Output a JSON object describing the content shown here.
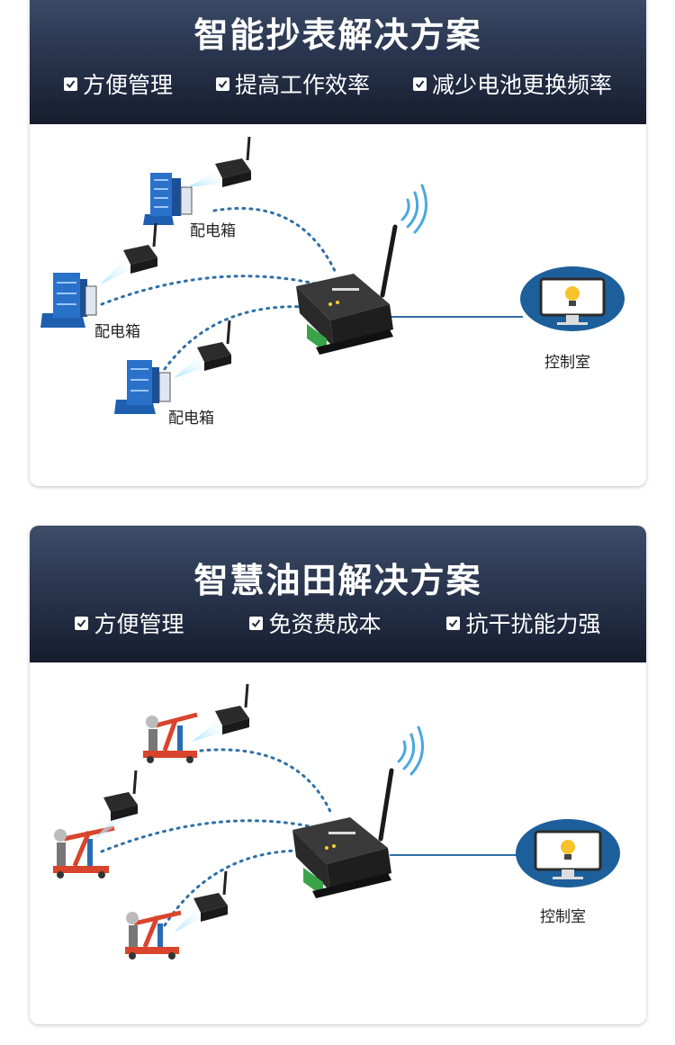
{
  "panels": [
    {
      "title": "智能抄表解决方案",
      "features": [
        "方便管理",
        "提高工作效率",
        "减少电池更换频率"
      ],
      "site_labels": [
        "配电箱",
        "配电箱",
        "配电箱"
      ],
      "control_label": "控制室"
    },
    {
      "title": "智慧油田解决方案",
      "features": [
        "方便管理",
        "免资费成本",
        "抗干扰能力强"
      ],
      "control_label": "控制室"
    }
  ],
  "icons": [
    "check-icon",
    "building-icon",
    "pump-jack-icon",
    "radio-module-icon",
    "gateway-icon",
    "antenna-icon",
    "wifi-signal-icon",
    "monitor-icon",
    "lightbulb-icon"
  ],
  "colors": {
    "header_top": "#3e4d68",
    "header_bottom": "#151c2d",
    "link_dots": "#2f6fa8",
    "control_ellipse": "#1c5f9a",
    "building": "#2a71c9",
    "pump_red": "#d8442c"
  }
}
